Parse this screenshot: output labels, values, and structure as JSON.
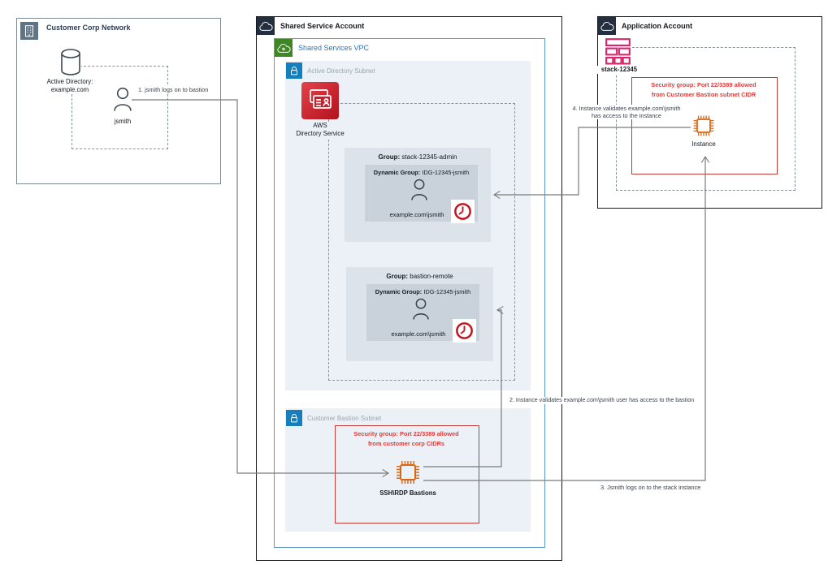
{
  "corp_network": {
    "title": "Customer Corp Network",
    "directory_line1": "Active Directory:",
    "directory_line2": "example.com",
    "user_label": "jsmith"
  },
  "shared_account": {
    "title": "Shared Service Account",
    "vpc_title": "Shared Services VPC",
    "ad_subnet_title": "Active Directory Subnet",
    "directory_service_line1": "AWS",
    "directory_service_line2": "Directory Service",
    "groups": [
      {
        "group_label": "Group:",
        "group_value": "stack-12345-admin",
        "dynamic_label": "Dynamic Group:",
        "dynamic_value": "IDG-12345-jsmith",
        "member": "example.com\\jsmith"
      },
      {
        "group_label": "Group:",
        "group_value": "bastion-remote",
        "dynamic_label": "Dynamic Group:",
        "dynamic_value": "IDG-12345-jsmith",
        "member": "example.com\\jsmith"
      }
    ],
    "bastion_subnet_title": "Customer Bastion Subnet",
    "bastion_sg_line1": "Security group: Port 22/3389 allowed",
    "bastion_sg_line2": "from customer corp CIDRs",
    "bastion_label": "SSH\\RDP Bastions"
  },
  "app_account": {
    "title": "Application Account",
    "stack_label": "stack-12345",
    "sg_line1": "Security group: Port 22/3389 allowed",
    "sg_line2": "from Customer Bastion subnet CIDR",
    "instance_label": "Instance"
  },
  "annotations": {
    "step1": "1. jsmith logs on to bastion",
    "step2": "2. Instance validates example.com\\jsmith user has access to the bastion",
    "step3": "3. Jsmith logs on to the stack instance",
    "step4_line1": "4. Instance validates example.com\\jsmith",
    "step4_line2": "has access to the instance"
  },
  "colors": {
    "account_navy": "#232f3e",
    "vpc_green": "#3f8624",
    "vpc_title_blue": "#2e73b8",
    "subnet_lock_blue": "#157fbe",
    "subnet_fill": "#ebf1f7",
    "directory_service_red": "#d6242d",
    "security_group_red": "#c23b34",
    "security_text_red": "#e03c39",
    "instance_orange": "#d86613",
    "stack_magenta": "#d8256c",
    "clock_red": "#c7131f",
    "corp_slate": "#5f7487",
    "arrow_gray": "#7a7a7a"
  }
}
